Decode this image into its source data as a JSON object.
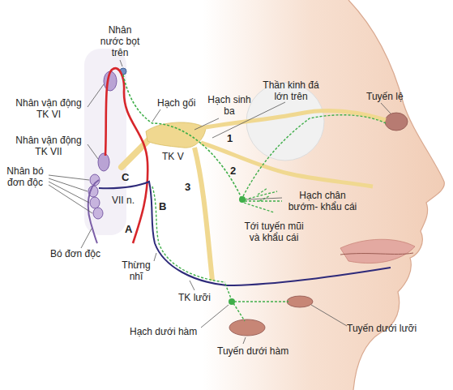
{
  "diagram": {
    "labels": [
      "Nhân nước bọt trên",
      "Nhân vận động TK VI",
      "Thần kinh đá lớn trên",
      "Tuyến lệ",
      "Hạch gối",
      "Hạch sinh ba",
      "Nhân vận động TK VII",
      "TK V",
      "1",
      "2",
      "3",
      "Nhân bó đơn độc",
      "C",
      "VII n.",
      "B",
      "Hạch chân bướm- khẩu cái",
      "Tới tuyến mũi và khẩu cái",
      "A",
      "Thừng nhĩ",
      "Bó đơn độc",
      "TK lưỡi",
      "Hạch dưới hàm",
      "Tuyến dưới lưỡi",
      "Tuyến dưới hàm"
    ]
  }
}
